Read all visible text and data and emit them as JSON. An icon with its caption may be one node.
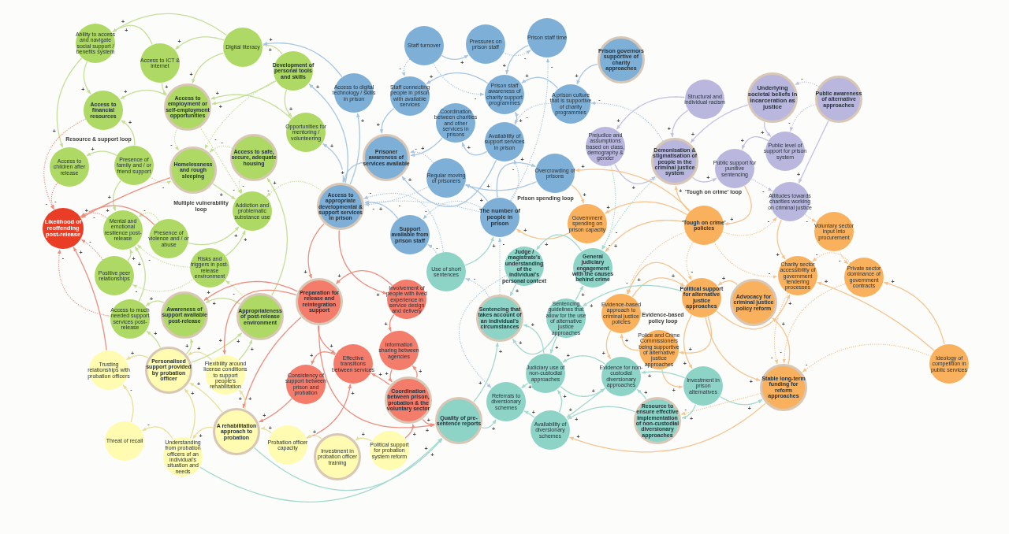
{
  "diagram": {
    "nodes": [
      {
        "text": [
          "Ability to access and navigate social support / benefits system"
        ]
      },
      {
        "text": [
          "Access to ICT & internet"
        ]
      },
      {
        "text": [
          "Digital literacy"
        ]
      },
      {
        "text": [
          "Development of personal tools and skills"
        ]
      },
      {
        "text": [
          "Access to financial resources"
        ]
      },
      {
        "text": [
          "Access to employment or self-employment opportunities"
        ]
      },
      {
        "text": [
          "Opportunities for mentoring / volunteering"
        ]
      },
      {
        "text": [
          "Access to children after release"
        ]
      },
      {
        "text": [
          "Presence of family and / or friend support"
        ]
      },
      {
        "text": [
          "Homelessness and rough sleeping"
        ]
      },
      {
        "text": [
          "Access to safe, secure, adequate housing"
        ]
      },
      {
        "text": [
          "Addiction and problematic substance use"
        ]
      },
      {
        "text": [
          "Likelihood of reoffending post-release"
        ]
      },
      {
        "text": [
          "Presence of violence and / or abuse"
        ]
      },
      {
        "text": [
          "Mental and emotional resilience post-release"
        ]
      },
      {
        "text": [
          "Positive peer relationships"
        ]
      },
      {
        "text": [
          "Risks and triggers in post-release environment"
        ]
      },
      {
        "text": [
          "Access to much needed support services post-release"
        ]
      },
      {
        "text": [
          "Awareness of support available post-release"
        ]
      },
      {
        "text": [
          "Appropriateness of post-release environment"
        ]
      },
      {
        "text": [
          "Trusting relationships with probation officers"
        ]
      },
      {
        "text": [
          "Personalised support provided by probation officer"
        ]
      },
      {
        "text": [
          "Flexibility around license conditions to support people's rehabilitation"
        ]
      },
      {
        "text": [
          "Threat of recall"
        ]
      },
      {
        "text": [
          "Understanding from probation officers of an individual's situation and needs"
        ]
      },
      {
        "text": [
          "A rehabilitation approach to probation"
        ]
      },
      {
        "text": [
          "Probation officer capacity"
        ]
      },
      {
        "text": [
          "Investment in probation officer training"
        ]
      },
      {
        "text": [
          "Political support for probation system reform"
        ]
      },
      {
        "text": [
          "Preparation for release and reintegration support"
        ]
      },
      {
        "text": [
          "Involvement of people with lived experience in service design and delivery"
        ]
      },
      {
        "text": [
          "Information sharing between agencies"
        ]
      },
      {
        "text": [
          "Effective transitions between services"
        ]
      },
      {
        "text": [
          "Consistency of support between prison and probation"
        ]
      },
      {
        "text": [
          "Coordination between prison, probation & the voluntary sector"
        ]
      },
      {
        "text": [
          "Access to digital technology / skills in prison"
        ]
      },
      {
        "text": [
          "Staff turnover"
        ]
      },
      {
        "text": [
          "Pressures on prison staff"
        ]
      },
      {
        "text": [
          "Prison staff time"
        ]
      },
      {
        "text": [
          "Prison governors supportive of charity approaches"
        ]
      },
      {
        "text": [
          "Staff connecting people in prison with available services"
        ]
      },
      {
        "text": [
          "Prison staff awareness of charity support programmes"
        ]
      },
      {
        "text": [
          "A prison culture that is supportive of charity programmes"
        ]
      },
      {
        "text": [
          "Coordination between charities and other services in prisons"
        ]
      },
      {
        "text": [
          "Availability of support services in prison"
        ]
      },
      {
        "text": [
          "Prisoner awareness of services available"
        ]
      },
      {
        "text": [
          "Regular moving of prisoners"
        ]
      },
      {
        "text": [
          "Overcrowding of prisons"
        ]
      },
      {
        "text": [
          "Access to appropriate developmental & support services in prison"
        ]
      },
      {
        "text": [
          "Support available from prison staff"
        ]
      },
      {
        "text": [
          "The number of people in prison"
        ]
      },
      {
        "text": [
          "Structural and individual racism"
        ]
      },
      {
        "text": [
          "Underlying societal beliefs in incarceration as justice"
        ]
      },
      {
        "text": [
          "Public awareness of alternative approaches"
        ]
      },
      {
        "text": [
          "Prejudice and assumptions based on class, demography & gender"
        ]
      },
      {
        "text": [
          "Demonisation & stigmatisation of people in the criminal justice system"
        ]
      },
      {
        "text": [
          "Public support for punitive sentencing"
        ]
      },
      {
        "text": [
          "Public level of support for prison system"
        ]
      },
      {
        "text": [
          "Attitudes towards charities working on criminal justice"
        ]
      },
      {
        "text": [
          "Government spending on prison capacity"
        ]
      },
      {
        "text": [
          "'Tough on crime' policies"
        ]
      },
      {
        "text": [
          "Voluntary sector input into procurement"
        ]
      },
      {
        "text": [
          "Charity sector accessibility of government tendering processes"
        ]
      },
      {
        "text": [
          "Private sector dominance of government contracts"
        ]
      },
      {
        "text": [
          "Evidence-based approach to criminal justice policies"
        ]
      },
      {
        "text": [
          "Political support for alternative justice approaches"
        ]
      },
      {
        "text": [
          "Advocacy for criminal justice policy reform"
        ]
      },
      {
        "text": [
          "Police and Crime Commissioners being supportive of alternative justice approaches"
        ]
      },
      {
        "text": [
          "Ideology of competition in public services"
        ]
      },
      {
        "text": [
          "Stable long-term funding for reform approaches"
        ]
      },
      {
        "text": [
          "Use of short sentences"
        ]
      },
      {
        "text": [
          "Judge / magistrate's understanding of the individual's personal context"
        ]
      },
      {
        "text": [
          "General judiciary engagement with the causes behind crime"
        ]
      },
      {
        "text": [
          "Sentencing that takes account of an individual's circumstances"
        ]
      },
      {
        "text": [
          "Sentencing guidelines that allow for the use of alternative justice approaches"
        ]
      },
      {
        "text": [
          "Judiciary use of non-custodial approaches"
        ]
      },
      {
        "text": [
          "Evidence for non-custodial diversionary approaches"
        ]
      },
      {
        "text": [
          "Referrals to diversionary schemes"
        ]
      },
      {
        "text": [
          "Quality of pre-sentence reports"
        ]
      },
      {
        "text": [
          "Availability of diversionary schemes"
        ]
      },
      {
        "text": [
          "Resource to ensure effective implementation of non-custodial diversionary approaches"
        ]
      },
      {
        "text": [
          "Investment in prison alternatives"
        ]
      }
    ],
    "edges": [
      {
        "from": 2,
        "to": 0,
        "arrow": "to",
        "label": "+"
      },
      {
        "from": 2,
        "to": 1,
        "arrow": "to",
        "label": "+"
      },
      {
        "from": 1,
        "to": 0,
        "arrow": "to",
        "label": "+"
      },
      {
        "from": 0,
        "to": 4,
        "arrow": "to",
        "label": "+"
      },
      {
        "from": 0,
        "to": 7,
        "arrow": "to",
        "label": "+"
      },
      {
        "from": 1,
        "to": 5,
        "arrow": "to",
        "label": "+"
      },
      {
        "from": 2,
        "to": 5,
        "arrow": "to",
        "label": "+"
      },
      {
        "from": 3,
        "to": 2,
        "arrow": "to",
        "label": "+"
      },
      {
        "from": 3,
        "to": 5,
        "arrow": "to",
        "label": "+"
      },
      {
        "from": 3,
        "to": 6,
        "arrow": "to",
        "label": "+"
      },
      {
        "from": 5,
        "to": 4,
        "arrow": "to",
        "label": "+"
      },
      {
        "from": 6,
        "to": 5,
        "arrow": "to",
        "label": "+"
      },
      {
        "from": 8,
        "to": 4,
        "arrow": "to",
        "label": "+"
      },
      {
        "from": 8,
        "to": 7,
        "arrow": "to",
        "label": "+"
      },
      {
        "from": 8,
        "to": 14,
        "arrow": "to",
        "label": "+"
      },
      {
        "from": 8,
        "to": 9,
        "arrow": "to",
        "label": "-",
        "style": "dashed"
      },
      {
        "from": 5,
        "to": 9,
        "arrow": "to",
        "label": "-",
        "style": "dashed"
      },
      {
        "from": 5,
        "to": 11,
        "arrow": "to",
        "label": "-",
        "style": "dashed"
      },
      {
        "from": 3,
        "to": 9,
        "arrow": "to",
        "label": "-",
        "style": "dashed"
      },
      {
        "from": 9,
        "to": 11,
        "arrow": "to",
        "label": "+"
      },
      {
        "from": 10,
        "to": 9,
        "arrow": "to",
        "label": "-",
        "style": "dashed"
      },
      {
        "from": 10,
        "to": 11,
        "arrow": "to",
        "label": "-",
        "style": "dashed"
      },
      {
        "from": 13,
        "to": 11,
        "arrow": "to",
        "label": "+"
      },
      {
        "from": 13,
        "to": 14,
        "arrow": "to",
        "label": "-",
        "style": "dashed"
      },
      {
        "from": 16,
        "to": 11,
        "arrow": "to",
        "label": "+"
      },
      {
        "from": 16,
        "to": 14,
        "arrow": "to",
        "label": "-",
        "style": "dashed"
      },
      {
        "from": 15,
        "to": 14,
        "arrow": "to",
        "label": "+"
      },
      {
        "from": 17,
        "to": 14,
        "arrow": "to",
        "label": "+"
      },
      {
        "from": 18,
        "to": 17,
        "arrow": "to",
        "label": "+"
      },
      {
        "from": 19,
        "to": 18,
        "arrow": "to",
        "label": "+"
      },
      {
        "from": 19,
        "to": 10,
        "arrow": "to",
        "label": "+"
      },
      {
        "from": 19,
        "to": 16,
        "arrow": "to",
        "label": "-",
        "style": "dashed"
      },
      {
        "from": 16,
        "to": 15,
        "arrow": "to",
        "label": "-",
        "style": "dashed"
      },
      {
        "from": 21,
        "to": 17,
        "arrow": "to",
        "label": "+"
      },
      {
        "from": 21,
        "to": 18,
        "arrow": "to",
        "label": "+"
      },
      {
        "from": 21,
        "to": 19,
        "arrow": "to",
        "label": "+"
      },
      {
        "from": 22,
        "to": 19,
        "arrow": "to",
        "label": "+"
      },
      {
        "from": 48,
        "to": 11,
        "arrow": "to",
        "label": "-",
        "style": "dashed"
      },
      {
        "from": 9,
        "to": 12,
        "arrow": "to",
        "label": "+",
        "color": "#ec8e80"
      },
      {
        "from": 13,
        "to": 12,
        "arrow": "to",
        "label": "+",
        "color": "#ec8e80"
      },
      {
        "from": 20,
        "to": 12,
        "arrow": "to",
        "label": "+",
        "color": "#ec8e80"
      },
      {
        "from": 4,
        "to": 12,
        "arrow": "to",
        "label": "-",
        "style": "dashed",
        "color": "#ec8e80"
      },
      {
        "from": 7,
        "to": 12,
        "arrow": "to",
        "label": "-",
        "style": "dashed",
        "color": "#ec8e80"
      },
      {
        "from": 14,
        "to": 12,
        "arrow": "to",
        "label": "-",
        "style": "dashed",
        "color": "#ec8e80"
      },
      {
        "from": 15,
        "to": 12,
        "arrow": "to",
        "label": "-",
        "style": "dashed",
        "color": "#ec8e80"
      },
      {
        "from": 17,
        "to": 12,
        "arrow": "to",
        "label": "-",
        "style": "dashed",
        "color": "#ec8e80"
      },
      {
        "from": 35,
        "to": 2,
        "arrow": "to",
        "label": "+",
        "color": "#a8c6e2"
      },
      {
        "from": 48,
        "to": 35,
        "arrow": "to",
        "label": "+",
        "color": "#a8c6e2"
      },
      {
        "from": 48,
        "to": 3,
        "arrow": "to",
        "label": "+",
        "color": "#a8c6e2"
      },
      {
        "from": 48,
        "to": 6,
        "arrow": "to",
        "label": "+",
        "color": "#a8c6e2"
      },
      {
        "from": 36,
        "to": 37,
        "arrow": "to",
        "label": "+",
        "color": "#a8c6e2"
      },
      {
        "from": 37,
        "to": 38,
        "arrow": "to",
        "label": "-",
        "style": "dashed",
        "color": "#a8c6e2"
      },
      {
        "from": 36,
        "to": 40,
        "arrow": "to",
        "label": "-",
        "style": "dashed",
        "color": "#a8c6e2"
      },
      {
        "from": 36,
        "to": 41,
        "arrow": "to",
        "label": "-",
        "style": "dashed",
        "color": "#a8c6e2"
      },
      {
        "from": 38,
        "to": 41,
        "arrow": "to",
        "label": "+",
        "color": "#a8c6e2"
      },
      {
        "from": 42,
        "to": 41,
        "arrow": "to",
        "label": "+",
        "color": "#a8c6e2"
      },
      {
        "from": 39,
        "to": 42,
        "arrow": "to",
        "label": "+",
        "color": "#a8c6e2"
      },
      {
        "from": 41,
        "to": 40,
        "arrow": "to",
        "label": "+",
        "color": "#a8c6e2"
      },
      {
        "from": 44,
        "to": 41,
        "arrow": "to",
        "label": "+",
        "color": "#a8c6e2"
      },
      {
        "from": 44,
        "to": 43,
        "arrow": "to",
        "label": "+",
        "color": "#a8c6e2"
      },
      {
        "from": 43,
        "to": 45,
        "arrow": "to",
        "label": "+",
        "color": "#a8c6e2"
      },
      {
        "from": 40,
        "to": 45,
        "arrow": "to",
        "label": "+",
        "color": "#a8c6e2"
      },
      {
        "from": 42,
        "to": 44,
        "arrow": "to",
        "label": "-",
        "style": "dashed",
        "color": "#a8c6e2"
      },
      {
        "from": 47,
        "to": 46,
        "arrow": "to",
        "label": "+",
        "color": "#a8c6e2"
      },
      {
        "from": 46,
        "to": 45,
        "arrow": "to",
        "label": "-",
        "style": "dashed",
        "color": "#a8c6e2"
      },
      {
        "from": 46,
        "to": 48,
        "arrow": "to",
        "label": "-",
        "style": "dashed",
        "color": "#a8c6e2"
      },
      {
        "from": 45,
        "to": 48,
        "arrow": "to",
        "label": "+",
        "color": "#a8c6e2"
      },
      {
        "from": 50,
        "to": 47,
        "arrow": "to",
        "label": "+",
        "color": "#a8c6e2"
      },
      {
        "from": 50,
        "to": 46,
        "arrow": "to",
        "label": "+",
        "color": "#a8c6e2"
      },
      {
        "from": 44,
        "to": 45,
        "arrow": "to",
        "label": "+",
        "color": "#a8c6e2"
      },
      {
        "from": 50,
        "to": 44,
        "arrow": "to",
        "label": "-",
        "style": "dashed",
        "color": "#a8c6e2"
      },
      {
        "from": 50,
        "to": 38,
        "arrow": "to",
        "label": "-",
        "style": "dashed",
        "color": "#a8c6e2"
      },
      {
        "from": 50,
        "to": 49,
        "arrow": "to",
        "label": "-",
        "style": "dashed",
        "color": "#a8c6e2"
      },
      {
        "from": 49,
        "to": 48,
        "arrow": "to",
        "label": "+",
        "color": "#a8c6e2"
      },
      {
        "from": 50,
        "to": 48,
        "arrow": "to",
        "label": "-",
        "style": "dashed",
        "color": "#a8c6e2"
      },
      {
        "from": 55,
        "to": 42,
        "arrow": "to",
        "label": "-",
        "style": "dashed",
        "color": "#a8c6e2"
      },
      {
        "from": 59,
        "to": 50,
        "arrow": "to",
        "label": "+",
        "color": "#f5c48f"
      },
      {
        "from": 47,
        "to": 59,
        "arrow": "to",
        "label": "+",
        "color": "#f5c48f"
      },
      {
        "from": 48,
        "to": 29,
        "arrow": "to",
        "label": "+",
        "color": "#ec8e80"
      },
      {
        "from": 48,
        "to": 30,
        "arrow": "to",
        "label": "+",
        "color": "#ec8e80"
      },
      {
        "from": 30,
        "to": 29,
        "arrow": "to",
        "label": "+",
        "color": "#ec8e80"
      },
      {
        "from": 29,
        "to": 32,
        "arrow": "to",
        "label": "+",
        "color": "#ec8e80"
      },
      {
        "from": 32,
        "to": 33,
        "arrow": "to",
        "label": "+",
        "color": "#ec8e80"
      },
      {
        "from": 34,
        "to": 32,
        "arrow": "to",
        "label": "+",
        "color": "#ec8e80"
      },
      {
        "from": 30,
        "to": 31,
        "arrow": "to",
        "label": "+",
        "color": "#ec8e80"
      },
      {
        "from": 31,
        "to": 34,
        "arrow": "to",
        "label": "+",
        "color": "#ec8e80"
      },
      {
        "from": 34,
        "to": 31,
        "arrow": "to",
        "label": "+",
        "color": "#ec8e80"
      },
      {
        "from": 34,
        "to": 78,
        "arrow": "to",
        "label": "+",
        "color": "#ec8e80"
      },
      {
        "from": 29,
        "to": 78,
        "arrow": "to",
        "label": "+",
        "color": "#ec8e80"
      },
      {
        "from": 29,
        "to": 25,
        "arrow": "to",
        "label": "+",
        "color": "#ec8e80"
      },
      {
        "from": 33,
        "to": 25,
        "arrow": "to",
        "label": "+",
        "color": "#ec8e80"
      },
      {
        "from": 29,
        "to": 22,
        "arrow": "to",
        "label": "+",
        "color": "#ec8e80"
      },
      {
        "from": 28,
        "to": 34,
        "arrow": "to",
        "label": "+",
        "color": "#ec8e80"
      },
      {
        "from": 26,
        "to": 32,
        "arrow": "to",
        "label": "+",
        "color": "#ec8e80"
      },
      {
        "from": 29,
        "to": 18,
        "arrow": "to",
        "label": "+",
        "color": "#ec8e80"
      },
      {
        "from": 21,
        "to": 20,
        "arrow": "to",
        "label": "+",
        "color": "#e8e096"
      },
      {
        "from": 23,
        "to": 20,
        "arrow": "to",
        "label": "-",
        "color": "#e8e096"
      },
      {
        "from": 24,
        "to": 21,
        "arrow": "to",
        "label": "+",
        "color": "#e8e096"
      },
      {
        "from": 25,
        "to": 21,
        "arrow": "to",
        "label": "+",
        "color": "#e8e096"
      },
      {
        "from": 25,
        "to": 22,
        "arrow": "to",
        "label": "+",
        "color": "#e8e096"
      },
      {
        "from": 22,
        "to": 21,
        "arrow": "to",
        "label": "+",
        "color": "#e8e096"
      },
      {
        "from": 24,
        "to": 23,
        "arrow": "to",
        "label": "-",
        "color": "#e8e096"
      },
      {
        "from": 25,
        "to": 24,
        "arrow": "to",
        "label": "+",
        "color": "#e8e096"
      },
      {
        "from": 26,
        "to": 25,
        "arrow": "to",
        "label": "+",
        "color": "#e8e096"
      },
      {
        "from": 27,
        "to": 26,
        "arrow": "to",
        "label": "+",
        "color": "#e8e096"
      },
      {
        "from": 28,
        "to": 27,
        "arrow": "to",
        "label": "+",
        "color": "#e8e096"
      },
      {
        "from": 25,
        "to": 78,
        "arrow": "to",
        "label": "+",
        "color": "#a3d9cf"
      },
      {
        "from": 24,
        "to": 78,
        "arrow": "to",
        "label": "+",
        "color": "#a3d9cf"
      },
      {
        "from": 51,
        "to": 55,
        "arrow": "to",
        "label": "+",
        "color": "#c3c1e2"
      },
      {
        "from": 51,
        "to": 54,
        "arrow": "to",
        "label": "+",
        "color": "#c3c1e2"
      },
      {
        "from": 54,
        "to": 55,
        "arrow": "to",
        "label": "+",
        "color": "#c3c1e2"
      },
      {
        "from": 52,
        "to": 55,
        "arrow": "to",
        "label": "+",
        "color": "#c3c1e2"
      },
      {
        "from": 52,
        "to": 57,
        "arrow": "to",
        "label": "+",
        "color": "#c3c1e2"
      },
      {
        "from": 53,
        "to": 52,
        "arrow": "to",
        "label": "-",
        "style": "dashed",
        "color": "#c3c1e2"
      },
      {
        "from": 53,
        "to": 57,
        "arrow": "to",
        "label": "-",
        "style": "dashed",
        "color": "#c3c1e2"
      },
      {
        "from": 53,
        "to": 58,
        "arrow": "to",
        "label": "+",
        "color": "#c3c1e2"
      },
      {
        "from": 57,
        "to": 56,
        "arrow": "to",
        "label": "+",
        "color": "#c3c1e2"
      },
      {
        "from": 55,
        "to": 56,
        "arrow": "to",
        "label": "+",
        "color": "#c3c1e2"
      },
      {
        "from": 56,
        "to": 58,
        "arrow": "to",
        "label": "-",
        "style": "dashed",
        "color": "#c3c1e2"
      },
      {
        "from": 56,
        "to": 60,
        "arrow": "to",
        "label": "+",
        "color": "#f5c48f"
      },
      {
        "from": 60,
        "to": 55,
        "arrow": "to",
        "label": "+",
        "color": "#f5c48f"
      },
      {
        "from": 54,
        "to": 72,
        "arrow": "to",
        "label": "-",
        "style": "dashed",
        "color": "#a3d9cf"
      },
      {
        "from": 55,
        "to": 72,
        "arrow": "to",
        "label": "-",
        "style": "dashed",
        "color": "#a3d9cf"
      },
      {
        "from": 60,
        "to": 58,
        "arrow": "to",
        "label": "-",
        "style": "dashed",
        "color": "#f5c48f"
      },
      {
        "from": 58,
        "to": 62,
        "arrow": "to",
        "label": "+",
        "color": "#f5c48f"
      },
      {
        "from": 58,
        "to": 61,
        "arrow": "to",
        "label": "-",
        "style": "dashed",
        "color": "#f5c48f"
      },
      {
        "from": 61,
        "to": 63,
        "arrow": "to",
        "label": "-",
        "style": "dashed",
        "color": "#f5c48f"
      },
      {
        "from": 63,
        "to": 62,
        "arrow": "to",
        "label": "-",
        "style": "dashed",
        "color": "#f5c48f"
      },
      {
        "from": 68,
        "to": 63,
        "arrow": "to",
        "label": "+",
        "color": "#f5c48f"
      },
      {
        "from": 68,
        "to": 62,
        "arrow": "to",
        "label": "+",
        "color": "#f5c48f"
      },
      {
        "from": 68,
        "to": 69,
        "arrow": "to",
        "label": "-",
        "style": "dashed",
        "color": "#f5c48f"
      },
      {
        "from": 62,
        "to": 69,
        "arrow": "to",
        "label": "-",
        "style": "dashed",
        "color": "#f5c48f"
      },
      {
        "from": 63,
        "to": 69,
        "arrow": "to",
        "label": "-",
        "style": "dashed",
        "color": "#f5c48f"
      },
      {
        "from": 69,
        "to": 66,
        "arrow": "to",
        "label": "+",
        "color": "#f5c48f"
      },
      {
        "from": 65,
        "to": 62,
        "arrow": "to",
        "label": "+",
        "color": "#f5c48f"
      },
      {
        "from": 60,
        "to": 62,
        "arrow": "to",
        "label": "-",
        "style": "dashed",
        "color": "#f5c48f"
      },
      {
        "from": 66,
        "to": 65,
        "arrow": "to",
        "label": "+",
        "color": "#f5c48f"
      },
      {
        "from": 65,
        "to": 69,
        "arrow": "to",
        "label": "+",
        "color": "#f5c48f"
      },
      {
        "from": 65,
        "to": 81,
        "arrow": "to",
        "label": "+",
        "color": "#f5c48f"
      },
      {
        "from": 65,
        "to": 67,
        "arrow": "to",
        "label": "+",
        "color": "#f5c48f"
      },
      {
        "from": 67,
        "to": 64,
        "arrow": "to",
        "label": "+",
        "color": "#f5c48f"
      },
      {
        "from": 67,
        "to": 81,
        "arrow": "to",
        "label": "+",
        "color": "#f5c48f"
      },
      {
        "from": 64,
        "to": 76,
        "arrow": "to",
        "label": "+",
        "color": "#f5c48f"
      },
      {
        "from": 64,
        "to": 65,
        "arrow": "to",
        "label": "+",
        "color": "#f5c48f"
      },
      {
        "from": 65,
        "to": 64,
        "arrow": "to",
        "label": "+",
        "color": "#f5c48f"
      },
      {
        "from": 60,
        "to": 64,
        "arrow": "to",
        "label": "-",
        "style": "dashed",
        "color": "#f5c48f"
      },
      {
        "from": 60,
        "to": 65,
        "arrow": "to",
        "label": "-",
        "style": "dashed",
        "color": "#f5c48f"
      },
      {
        "from": 60,
        "to": 59,
        "arrow": "to",
        "label": "+",
        "color": "#f5c48f"
      },
      {
        "from": 60,
        "to": 47,
        "arrow": "to",
        "label": "+",
        "color": "#f5c48f"
      },
      {
        "from": 69,
        "to": 79,
        "arrow": "to",
        "label": "+",
        "color": "#f5c48f"
      },
      {
        "from": 69,
        "to": 80,
        "arrow": "to",
        "label": "-",
        "style": "dashed",
        "color": "#f5c48f"
      },
      {
        "from": 60,
        "to": 72,
        "arrow": "to",
        "label": "+",
        "color": "#f5c48f"
      },
      {
        "from": 65,
        "to": 74,
        "arrow": "to",
        "label": "+",
        "color": "#a3d9cf"
      },
      {
        "from": 70,
        "to": 50,
        "arrow": "to",
        "label": "+",
        "color": "#a3d9cf"
      },
      {
        "from": 70,
        "to": 49,
        "arrow": "to",
        "label": "-",
        "style": "dashed",
        "color": "#a8c6e2"
      },
      {
        "from": 70,
        "to": 48,
        "arrow": "to",
        "label": "-",
        "style": "dashed",
        "color": "#a8c6e2"
      },
      {
        "from": 73,
        "to": 70,
        "arrow": "to",
        "label": "-",
        "style": "dashed",
        "color": "#a8c6e2"
      },
      {
        "from": 71,
        "to": 73,
        "arrow": "to",
        "label": "+",
        "color": "#a3d9cf"
      },
      {
        "from": 72,
        "to": 71,
        "arrow": "to",
        "label": "+",
        "color": "#a3d9cf"
      },
      {
        "from": 74,
        "to": 73,
        "arrow": "to",
        "label": "+",
        "color": "#a3d9cf"
      },
      {
        "from": 74,
        "to": 72,
        "arrow": "to",
        "label": "+",
        "color": "#a3d9cf"
      },
      {
        "from": 74,
        "to": 75,
        "arrow": "to",
        "label": "+",
        "color": "#a3d9cf"
      },
      {
        "from": 75,
        "to": 73,
        "arrow": "to",
        "label": "+",
        "color": "#a3d9cf"
      },
      {
        "from": 75,
        "to": 76,
        "arrow": "to",
        "label": "+",
        "color": "#a3d9cf"
      },
      {
        "from": 76,
        "to": 75,
        "arrow": "to",
        "label": "+",
        "color": "#a3d9cf"
      },
      {
        "from": 76,
        "to": 79,
        "arrow": "to",
        "label": "+",
        "color": "#a3d9cf"
      },
      {
        "from": 79,
        "to": 75,
        "arrow": "to",
        "label": "+",
        "color": "#a3d9cf"
      },
      {
        "from": 79,
        "to": 77,
        "arrow": "to",
        "label": "+",
        "color": "#a3d9cf"
      },
      {
        "from": 75,
        "to": 77,
        "arrow": "to",
        "label": "+",
        "color": "#a3d9cf"
      },
      {
        "from": 80,
        "to": 76,
        "arrow": "to",
        "label": "+",
        "color": "#a3d9cf"
      },
      {
        "from": 80,
        "to": 79,
        "arrow": "to",
        "label": "+",
        "color": "#a3d9cf"
      },
      {
        "from": 78,
        "to": 77,
        "arrow": "to",
        "label": "+",
        "color": "#a3d9cf"
      },
      {
        "from": 78,
        "to": 73,
        "arrow": "to",
        "label": "+",
        "color": "#a3d9cf"
      },
      {
        "from": 81,
        "to": 76,
        "arrow": "to",
        "label": "+",
        "color": "#a3d9cf"
      },
      {
        "from": 81,
        "to": 80,
        "arrow": "to",
        "label": "+",
        "color": "#a3d9cf"
      },
      {
        "from": 81,
        "to": 69,
        "arrow": "to",
        "label": "+",
        "color": "#a3d9cf"
      },
      {
        "from": 71,
        "to": 77,
        "arrow": "to",
        "label": "+",
        "style": "dashed",
        "color": "#a8c6e2"
      },
      {
        "from": 73,
        "to": 50,
        "arrow": "to",
        "label": "-",
        "style": "dashed",
        "color": "#a8c6e2"
      }
    ],
    "labels": [
      "Resource & support loop",
      "Multiple vulnerability loop",
      "Prison spending loop",
      "'Tough on crime' loop",
      "Evidence-based policy loop"
    ]
  }
}
